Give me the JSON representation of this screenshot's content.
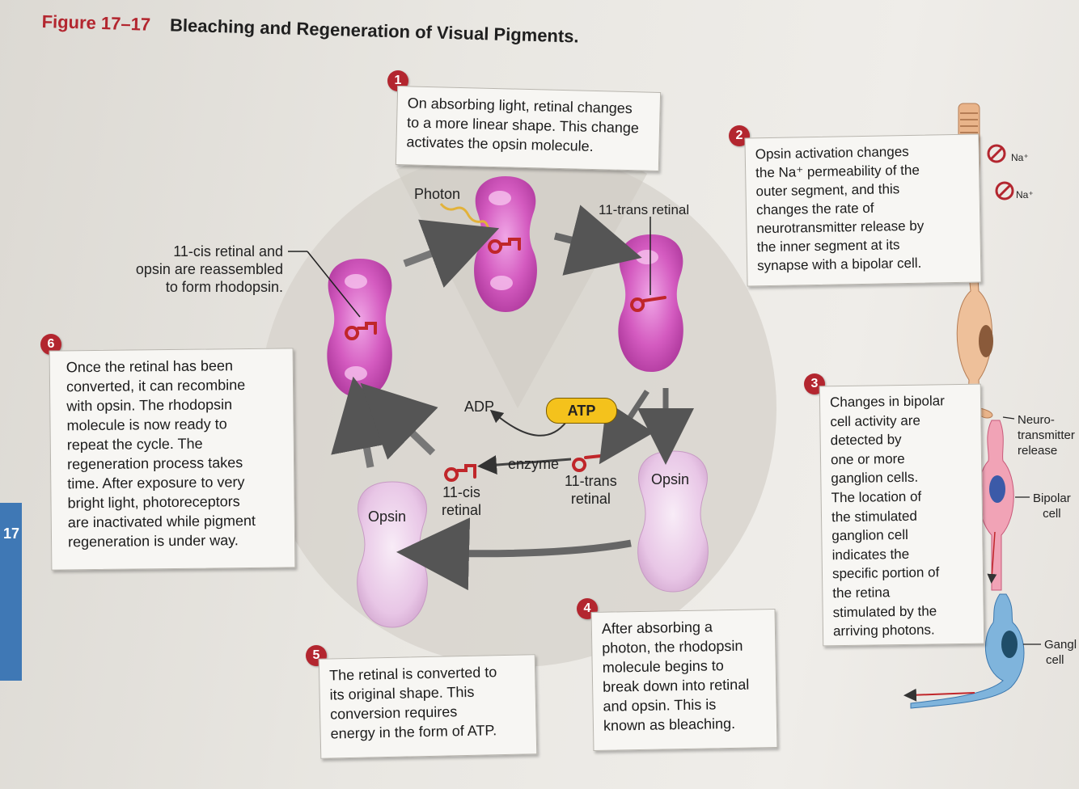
{
  "figure": {
    "number": "Figure 17–17",
    "title": "Bleaching and Regeneration of Visual Pigments."
  },
  "side_tab": {
    "label": "17"
  },
  "steps": [
    {
      "number": "1",
      "lines": [
        "On absorbing light, retinal changes",
        "to a more linear shape. This change",
        "activates the opsin molecule."
      ]
    },
    {
      "number": "2",
      "lines": [
        "Opsin activation changes",
        "the Na⁺ permeability of the",
        "outer segment, and this",
        "changes the rate of",
        "neurotransmitter release by",
        "the inner segment at its",
        "synapse with a bipolar cell."
      ]
    },
    {
      "number": "3",
      "lines": [
        "Changes in bipolar",
        "cell activity are",
        "detected by",
        "one or more",
        "ganglion cells.",
        "The location of",
        "the stimulated",
        "ganglion cell",
        "indicates the",
        "specific portion of",
        "the retina",
        "stimulated by the",
        "arriving photons."
      ]
    },
    {
      "number": "4",
      "lines": [
        "After absorbing a",
        "photon, the rhodopsin",
        "molecule begins to",
        "break down into retinal",
        "and opsin. This is",
        "known as bleaching."
      ]
    },
    {
      "number": "5",
      "lines": [
        "The retinal is converted to",
        "its original shape. This",
        "conversion requires",
        "energy in the form of ATP."
      ]
    },
    {
      "number": "6",
      "lines": [
        "Once the retinal has been",
        "converted, it can recombine",
        "with opsin. The rhodopsin",
        "molecule is now ready to",
        "repeat the cycle. The",
        "regeneration process takes",
        "time. After exposure to very",
        "bright light, photoreceptors",
        "are inactivated while pigment",
        "regeneration is under way."
      ]
    }
  ],
  "labels": {
    "photon": "Photon",
    "trans_retinal_top": "11-trans retinal",
    "cis_reassembled": [
      "11-cis retinal and",
      "opsin are reassembled",
      "to form rhodopsin."
    ],
    "adp": "ADP",
    "atp": "ATP",
    "enzyme": "enzyme",
    "cis_retinal": [
      "11-cis",
      "retinal"
    ],
    "trans_retinal": [
      "11-trans",
      "retinal"
    ],
    "opsin_left": "Opsin",
    "opsin_right": "Opsin"
  },
  "cell_labels": {
    "na1": "Na⁺",
    "na2": "Na⁺",
    "neurotransmitter": [
      "Neuro-",
      "transmitter",
      "release"
    ],
    "bipolar": [
      "Bipolar",
      "cell"
    ],
    "ganglion": [
      "Gangl",
      "cell"
    ]
  },
  "colors": {
    "badge": "#b3262f",
    "rhodopsin": "#d45bc0",
    "opsin": "#e8c6e6",
    "retinal": "#c0262a",
    "atp": "#f4c21c",
    "tab": "#3f78b5"
  }
}
